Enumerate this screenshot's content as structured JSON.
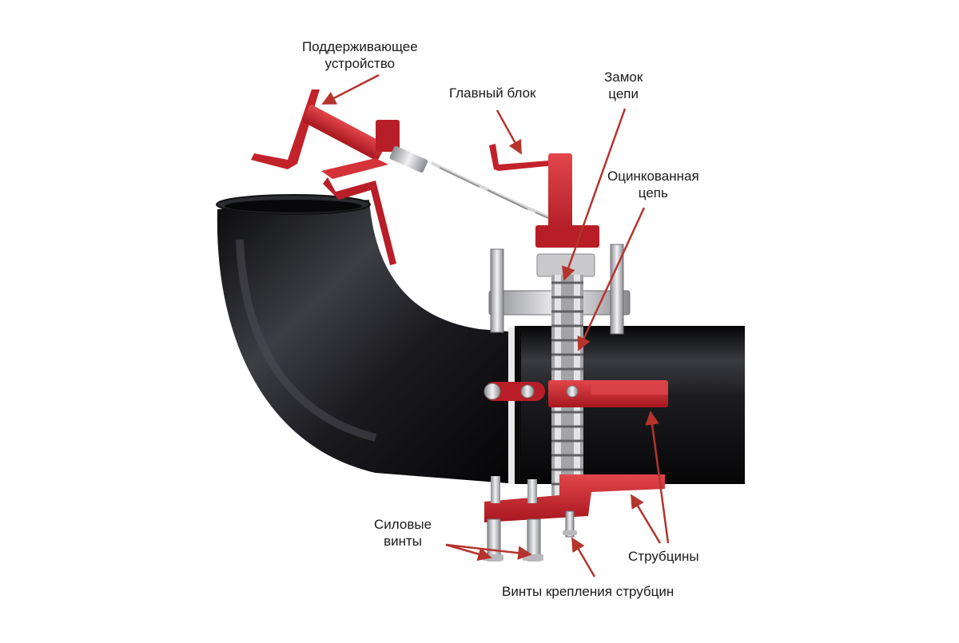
{
  "labels": {
    "support_device": {
      "line1": "Поддерживающее",
      "line2": "устройство"
    },
    "main_block": {
      "text": "Главный блок"
    },
    "chain_lock": {
      "line1": "Замок",
      "line2": "цепи"
    },
    "galvanized_chain": {
      "line1": "Оцинкованная",
      "line2": "цепь"
    },
    "power_screws": {
      "line1": "Силовые",
      "line2": "винты"
    },
    "clamps": {
      "text": "Струбцины"
    },
    "clamp_screws": {
      "text": "Винты крепления струбцин"
    }
  },
  "colors": {
    "pipe": "#1b1b1e",
    "clamp_red": "#c2222a",
    "arrow": "#b5342e",
    "steel": "#c9c9cc",
    "text": "#1a1a1a"
  }
}
